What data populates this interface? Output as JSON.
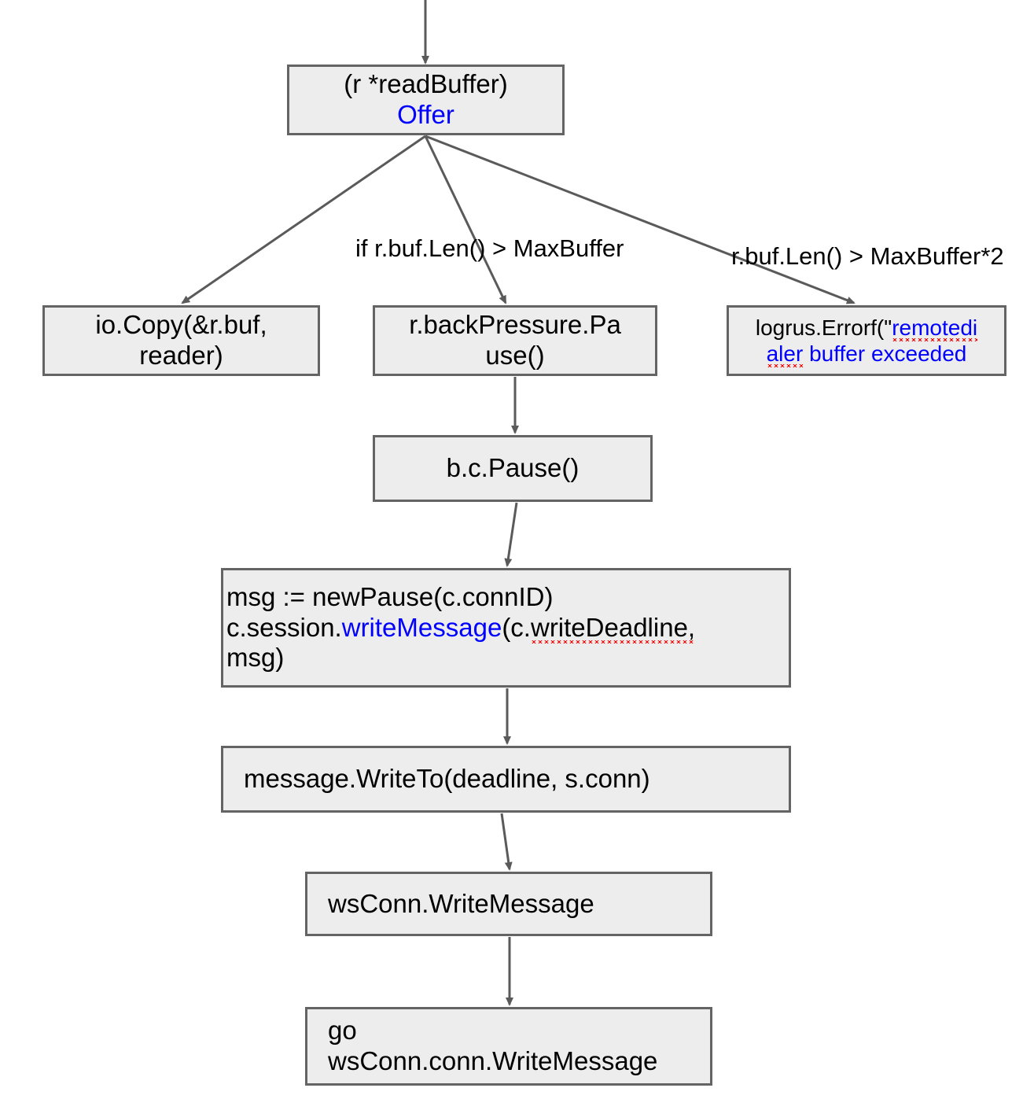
{
  "diagram": {
    "title": "readBuffer Offer back-pressure flow",
    "style": {
      "node_fill": "#ededed",
      "node_border": "#646464",
      "text_color": "#000000",
      "keyword_color": "#0000ff",
      "spellcheck_underline_color": "#ee0000",
      "edge_color": "#5a5a5a",
      "background": "#ffffff"
    },
    "nodes": [
      {
        "id": "offer",
        "line1": "(r *readBuffer)",
        "line2": "Offer"
      },
      {
        "id": "iocopy",
        "line1": "io.Copy(&r.buf,",
        "line2": "reader)"
      },
      {
        "id": "backpressure",
        "line1": "r.backPressure.Pa",
        "line2": "use()"
      },
      {
        "id": "logrus",
        "prefix": "logrus.Errorf(\"",
        "misspelled1": "remotedi",
        "misspelled2": "aler",
        "rest": " buffer exceeded"
      },
      {
        "id": "bcpause",
        "line1": "b.c.Pause()"
      },
      {
        "id": "writemessage",
        "line1": "msg := newPause(c.connID)",
        "line2_pre": " c.session.",
        "line2_kw": "writeMessage",
        "line2_post_open": "(c.",
        "line2_misspelled": "writeDeadline,",
        "line3": "msg)"
      },
      {
        "id": "writeto",
        "line1": "message.WriteTo(deadline, s.conn)"
      },
      {
        "id": "wsconn",
        "line1": "wsConn.WriteMessage"
      },
      {
        "id": "go",
        "line1": "go",
        "line2": "wsConn.conn.WriteMessage"
      }
    ],
    "edge_labels": [
      {
        "id": "label-maxbuffer",
        "text": "if r.buf.Len() > MaxBuffer"
      },
      {
        "id": "label-maxbuffer2",
        "text": "r.buf.Len() > MaxBuffer*2"
      }
    ]
  }
}
